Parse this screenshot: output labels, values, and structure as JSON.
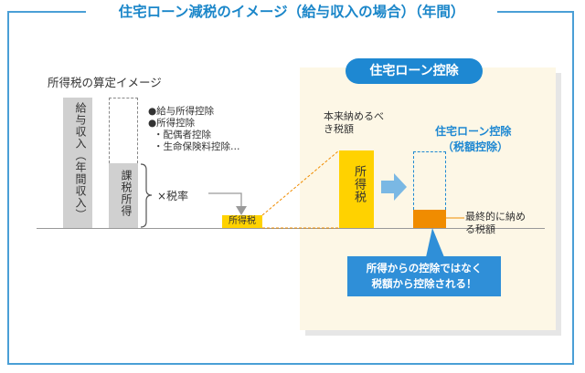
{
  "title": "住宅ローン減税のイメージ（給与収入の場合）（年間）",
  "left": {
    "heading": "所得税の算定イメージ",
    "salary_label": "給与収入（年間収入）",
    "taxable_label": "課税所得",
    "deductions": [
      "●給与所得控除",
      "●所得控除",
      "・配偶者控除",
      "・生命保険料控除…"
    ],
    "rate_label": "×税率",
    "income_tax_label": "所得税"
  },
  "right": {
    "badge": "住宅ローン控除",
    "original_tax_label": "本来納めるべき税額",
    "income_tax_block": "所得税",
    "credit_title": "住宅ローン控除",
    "credit_subtitle": "（税額控除）",
    "final_tax_label": "最終的に納める税額",
    "callout_line1": "所得からの控除ではなく",
    "callout_line2": "税額から控除される！"
  },
  "colors": {
    "frame": "#4a9fd6",
    "title": "#1a86c9",
    "panel": "#fdf7e6",
    "panel_shadow": "#e8e8e8",
    "badge": "#1e88d2",
    "yellow": "#ffd200",
    "orange": "#f08c00",
    "grey_bar": "#d0d0d0",
    "arrow": "#7ab8e4",
    "callout": "#2f8fd8"
  },
  "icons": [
    "right-arrow-icon",
    "down-arrow-icon",
    "brace-icon"
  ]
}
